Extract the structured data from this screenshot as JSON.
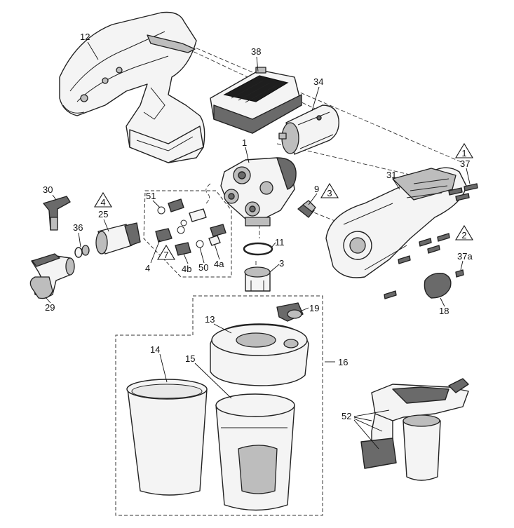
{
  "callouts": {
    "p12": "12",
    "p38": "38",
    "p34": "34",
    "p1": "1",
    "p37": "37",
    "p31": "31",
    "p30": "30",
    "p25": "25",
    "p51": "51",
    "p9": "9",
    "p36": "36",
    "p11": "11",
    "p37a": "37a",
    "p7": "7",
    "p4": "4",
    "p4b": "4b",
    "p50": "50",
    "p4a": "4a",
    "p3": "3",
    "p18": "18",
    "p29": "29",
    "p19": "19",
    "p13": "13",
    "p14": "14",
    "p15": "15",
    "p16": "16",
    "p52": "52"
  },
  "warnings": {
    "w1": "1",
    "w2": "2",
    "w3": "3",
    "w4": "4",
    "w7": "7"
  }
}
